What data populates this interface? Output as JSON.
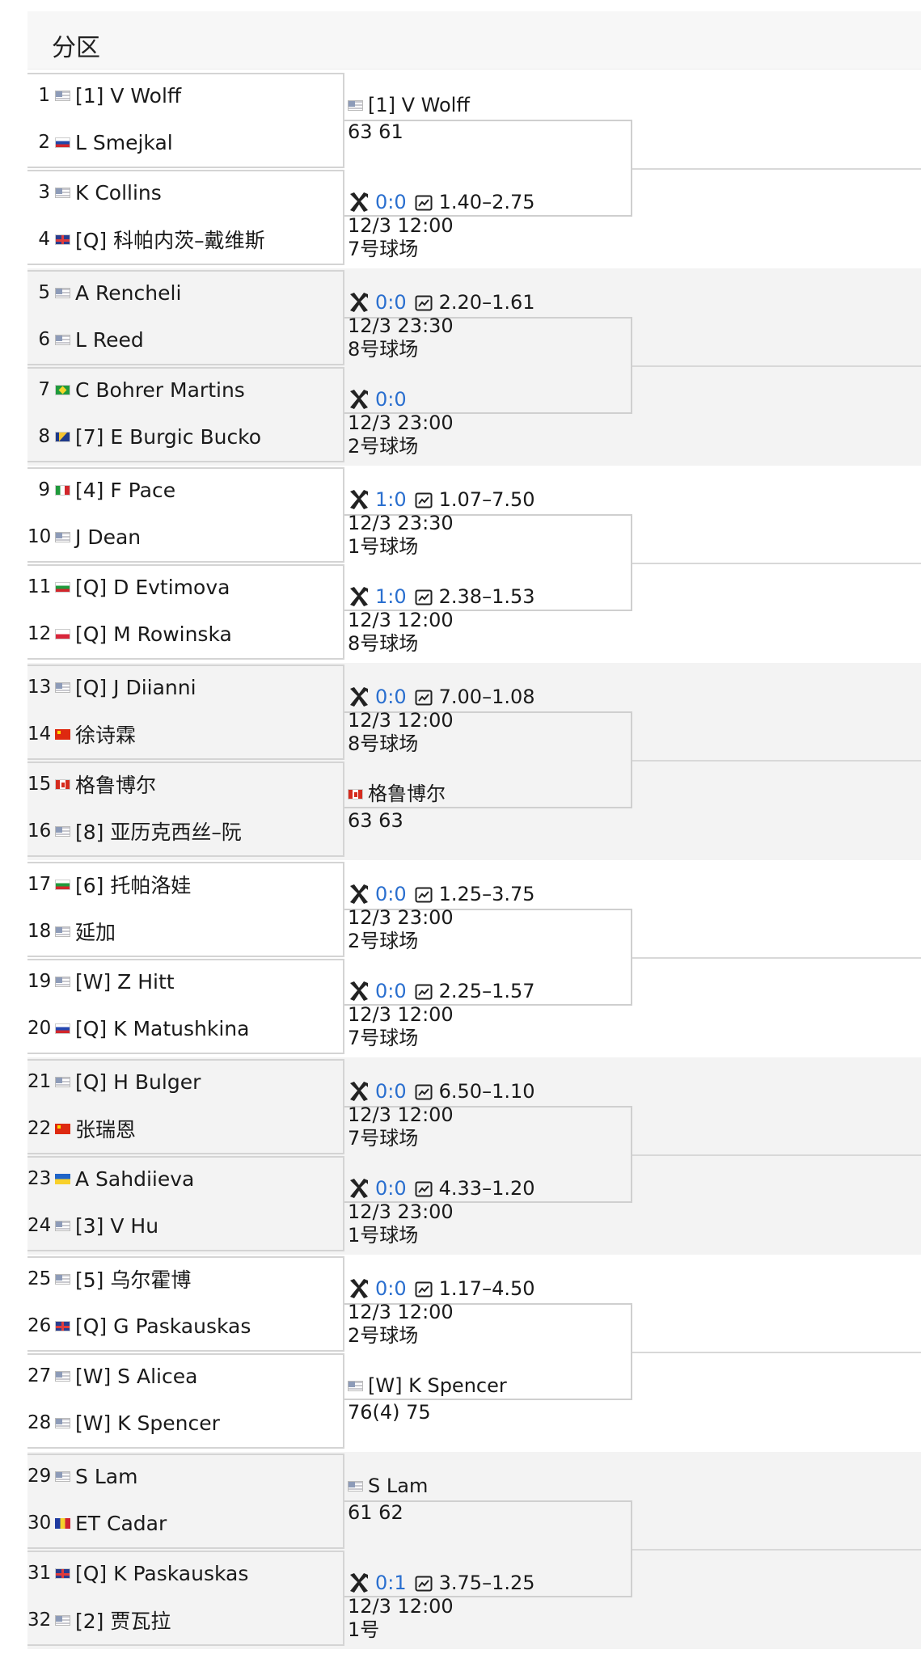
{
  "header": {
    "title": "分区"
  },
  "colors": {
    "accent": "#2a6fcf",
    "border": "#d4d4d4",
    "alt_bg": "#f3f3f3"
  },
  "icons": {
    "match": "x-logo-icon",
    "odds": "line-chart-icon"
  },
  "groups": [
    {
      "players": [
        {
          "num": "1",
          "flag": "us",
          "name": "[1] V Wolff"
        },
        {
          "num": "2",
          "flag": "si",
          "name": "L Smejkal"
        },
        {
          "num": "3",
          "flag": "us",
          "name": "K Collins"
        },
        {
          "num": "4",
          "flag": "gb",
          "name": "[Q] 科帕内茨–戴维斯"
        }
      ],
      "matches": [
        {
          "type": "result",
          "winner_flag": "us",
          "winner": "[1] V Wolff",
          "sets": "63 61"
        },
        {
          "type": "scheduled",
          "score": "0:0",
          "odds": "1.40–2.75",
          "time": "12/3 12:00",
          "court": "7号球场"
        }
      ]
    },
    {
      "players": [
        {
          "num": "5",
          "flag": "us",
          "name": "A Rencheli"
        },
        {
          "num": "6",
          "flag": "us",
          "name": "L Reed"
        },
        {
          "num": "7",
          "flag": "br",
          "name": "C Bohrer Martins"
        },
        {
          "num": "8",
          "flag": "ba",
          "name": "[7] E Burgic Bucko"
        }
      ],
      "matches": [
        {
          "type": "scheduled",
          "score": "0:0",
          "odds": "2.20–1.61",
          "time": "12/3 23:30",
          "court": "8号球场"
        },
        {
          "type": "scheduled",
          "score": "0:0",
          "odds": "",
          "time": "12/3 23:00",
          "court": "2号球场"
        }
      ]
    },
    {
      "players": [
        {
          "num": "9",
          "flag": "it",
          "name": "[4] F Pace"
        },
        {
          "num": "10",
          "flag": "us",
          "name": "J Dean"
        },
        {
          "num": "11",
          "flag": "bg",
          "name": "[Q] D Evtimova"
        },
        {
          "num": "12",
          "flag": "pl",
          "name": "[Q] M Rowinska"
        }
      ],
      "matches": [
        {
          "type": "scheduled",
          "score": "1:0",
          "odds": "1.07–7.50",
          "time": "12/3 23:30",
          "court": "1号球场"
        },
        {
          "type": "scheduled",
          "score": "1:0",
          "odds": "2.38–1.53",
          "time": "12/3 12:00",
          "court": "8号球场"
        }
      ]
    },
    {
      "players": [
        {
          "num": "13",
          "flag": "us",
          "name": "[Q] J Diianni"
        },
        {
          "num": "14",
          "flag": "cn",
          "name": "徐诗霖"
        },
        {
          "num": "15",
          "flag": "ca",
          "name": "格鲁博尔"
        },
        {
          "num": "16",
          "flag": "us",
          "name": "[8] 亚历克西丝–阮"
        }
      ],
      "matches": [
        {
          "type": "scheduled",
          "score": "0:0",
          "odds": "7.00–1.08",
          "time": "12/3 12:00",
          "court": "8号球场"
        },
        {
          "type": "result",
          "winner_flag": "ca",
          "winner": "格鲁博尔",
          "sets": "63 63"
        }
      ]
    },
    {
      "players": [
        {
          "num": "17",
          "flag": "bg",
          "name": "[6] 托帕洛娃"
        },
        {
          "num": "18",
          "flag": "us",
          "name": "延加"
        },
        {
          "num": "19",
          "flag": "us",
          "name": "[W] Z Hitt"
        },
        {
          "num": "20",
          "flag": "ru",
          "name": "[Q] K Matushkina"
        }
      ],
      "matches": [
        {
          "type": "scheduled",
          "score": "0:0",
          "odds": "1.25–3.75",
          "time": "12/3 23:00",
          "court": "2号球场"
        },
        {
          "type": "scheduled",
          "score": "0:0",
          "odds": "2.25–1.57",
          "time": "12/3 12:00",
          "court": "7号球场"
        }
      ]
    },
    {
      "players": [
        {
          "num": "21",
          "flag": "us",
          "name": "[Q] H Bulger"
        },
        {
          "num": "22",
          "flag": "cn",
          "name": "张瑞恩"
        },
        {
          "num": "23",
          "flag": "ua",
          "name": "A Sahdiieva"
        },
        {
          "num": "24",
          "flag": "us",
          "name": "[3] V Hu"
        }
      ],
      "matches": [
        {
          "type": "scheduled",
          "score": "0:0",
          "odds": "6.50–1.10",
          "time": "12/3 12:00",
          "court": "7号球场"
        },
        {
          "type": "scheduled",
          "score": "0:0",
          "odds": "4.33–1.20",
          "time": "12/3 23:00",
          "court": "1号球场"
        }
      ]
    },
    {
      "players": [
        {
          "num": "25",
          "flag": "us",
          "name": "[5] 乌尔霍博"
        },
        {
          "num": "26",
          "flag": "gb",
          "name": "[Q] G Paskauskas"
        },
        {
          "num": "27",
          "flag": "us",
          "name": "[W] S Alicea"
        },
        {
          "num": "28",
          "flag": "us",
          "name": "[W] K Spencer"
        }
      ],
      "matches": [
        {
          "type": "scheduled",
          "score": "0:0",
          "odds": "1.17–4.50",
          "time": "12/3 12:00",
          "court": "2号球场"
        },
        {
          "type": "result",
          "winner_flag": "us",
          "winner": "[W] K Spencer",
          "sets": "76(4) 75"
        }
      ]
    },
    {
      "players": [
        {
          "num": "29",
          "flag": "us",
          "name": "S Lam"
        },
        {
          "num": "30",
          "flag": "ro",
          "name": "ET Cadar"
        },
        {
          "num": "31",
          "flag": "gb",
          "name": "[Q] K Paskauskas"
        },
        {
          "num": "32",
          "flag": "us",
          "name": "[2] 贾瓦拉"
        }
      ],
      "matches": [
        {
          "type": "result",
          "winner_flag": "us",
          "winner": "S Lam",
          "sets": "61 62"
        },
        {
          "type": "scheduled",
          "score": "0:1",
          "odds": "3.75–1.25",
          "time": "12/3 12:00",
          "court": "1号"
        }
      ]
    }
  ]
}
